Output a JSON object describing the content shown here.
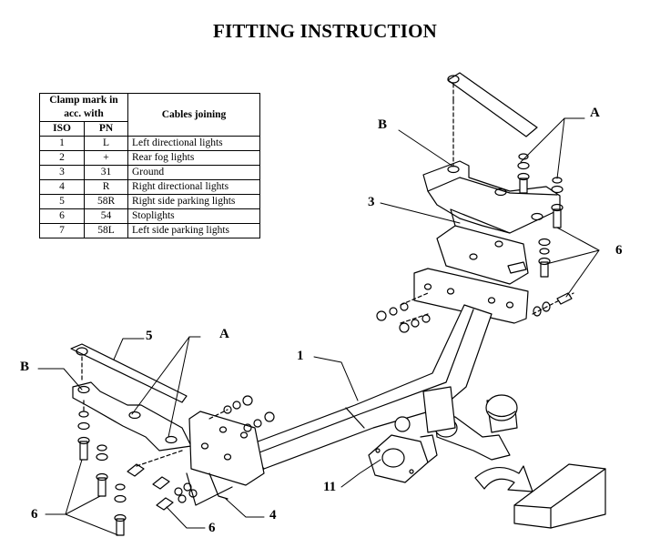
{
  "title": "FITTING INSTRUCTION",
  "table": {
    "header_clamp": "Clamp mark in acc. with",
    "header_cables": "Cables joining",
    "header_iso": "ISO",
    "header_pn": "PN",
    "rows": [
      {
        "iso": "1",
        "pn": "L",
        "cable": "Left directional lights"
      },
      {
        "iso": "2",
        "pn": "+",
        "cable": "Rear fog lights"
      },
      {
        "iso": "3",
        "pn": "31",
        "cable": "Ground"
      },
      {
        "iso": "4",
        "pn": "R",
        "cable": "Right directional lights"
      },
      {
        "iso": "5",
        "pn": "58R",
        "cable": "Right side parking lights"
      },
      {
        "iso": "6",
        "pn": "54",
        "cable": "Stoplights"
      },
      {
        "iso": "7",
        "pn": "58L",
        "cable": "Left side parking lights"
      }
    ]
  },
  "labels": {
    "a_top": "A",
    "b_top": "B",
    "three": "3",
    "six_right": "6",
    "five": "5",
    "a_mid": "A",
    "b_left": "B",
    "one": "1",
    "eleven": "11",
    "six_left": "6",
    "six_bottom": "6",
    "four": "4"
  }
}
